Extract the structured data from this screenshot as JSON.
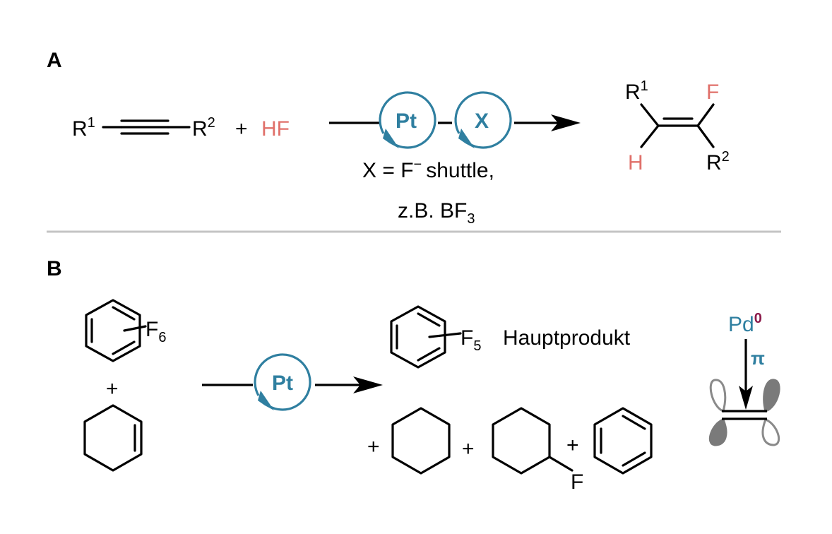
{
  "colors": {
    "catalyst": "#2f7fa0",
    "fluorine": "#e0706a",
    "pd_superscript": "#8b1a4a",
    "divider": "#c4c4c4",
    "orbital_fill": "#7a7a7a",
    "orbital_outline": "#8a8a8a"
  },
  "panel_a": {
    "label": "A",
    "r1": "R",
    "r1_sup": "1",
    "r2": "R",
    "r2_sup": "2",
    "plus": "+",
    "hf": "HF",
    "catalyst_pt": "Pt",
    "catalyst_x": "X",
    "note_line1_pre": "X = F",
    "note_line1_sup": "−",
    "note_line1_post": "shuttle,",
    "note_line2_pre": "z.B. BF",
    "note_line2_sub": "3",
    "product_r1": "R",
    "product_r1_sup": "1",
    "product_f": "F",
    "product_h": "H",
    "product_r2": "R",
    "product_r2_sup": "2"
  },
  "panel_b": {
    "label": "B",
    "reactant_f": "F",
    "reactant_f_sub": "6",
    "plus": "+",
    "catalyst_pt": "Pt",
    "product_f": "F",
    "product_f_sub": "5",
    "major_label": "Hauptprodukt",
    "plus_1": "+",
    "plus_2": "+",
    "plus_3": "+",
    "fluoro_f": "F",
    "pd": "Pd",
    "pd_sup": "0",
    "pi": "π"
  }
}
